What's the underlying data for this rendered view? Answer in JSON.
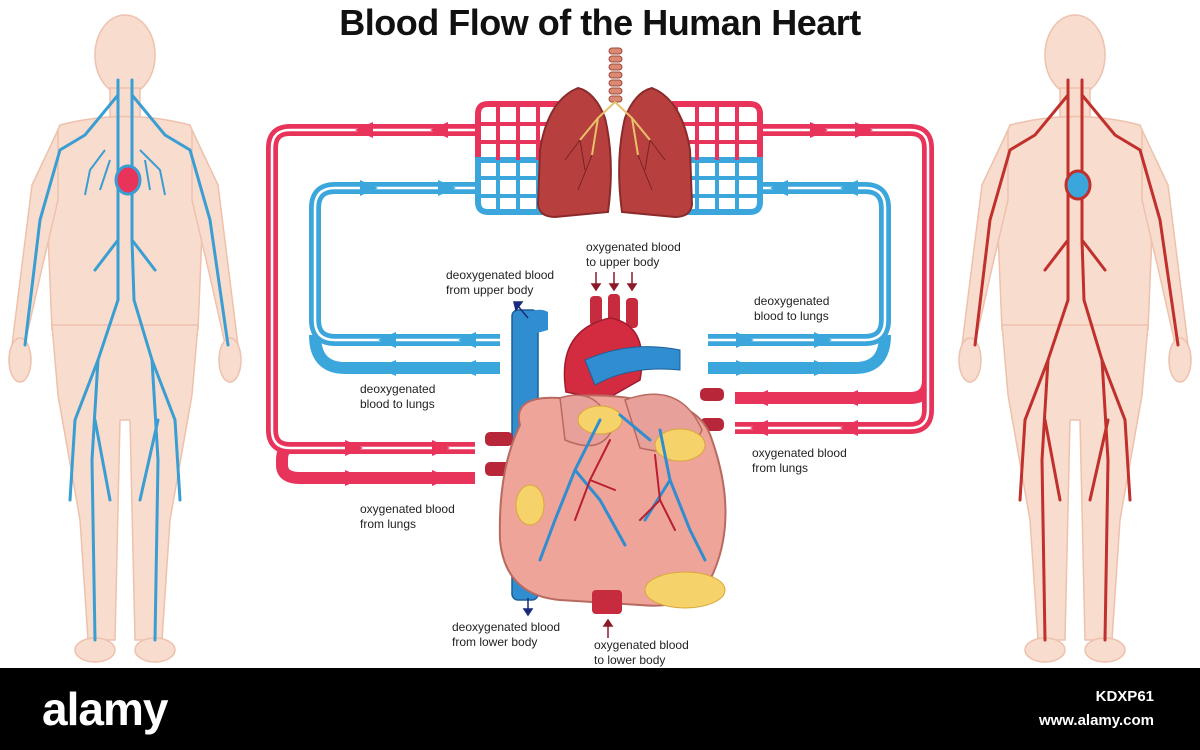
{
  "title": "Blood  Flow  of the Human Heart",
  "labels": {
    "oxy_upper": "oxygenated blood\nto upper body",
    "deoxy_upper": "deoxygenated blood\nfrom upper body",
    "deoxy_lungs_right": "deoxygenated\nblood to lungs",
    "deoxy_lungs_left": "deoxygenated\nblood to lungs",
    "oxy_lungs_right": "oxygenated blood\nfrom lungs",
    "oxy_lungs_left": "oxygenated blood\nfrom lungs",
    "deoxy_lower": "deoxygenated blood\nfrom lower body",
    "oxy_lower": "oxygenated blood\nto lower body"
  },
  "watermark": {
    "brand": "alamy",
    "image_id": "KDXP61",
    "site": "www.alamy.com"
  },
  "colors": {
    "oxygenated": "#e8345a",
    "deoxygenated": "#3aa6dc",
    "skin": "#f8dccd",
    "lung": "#b8403e",
    "heart": "#efa49a",
    "footer": "#000000"
  }
}
